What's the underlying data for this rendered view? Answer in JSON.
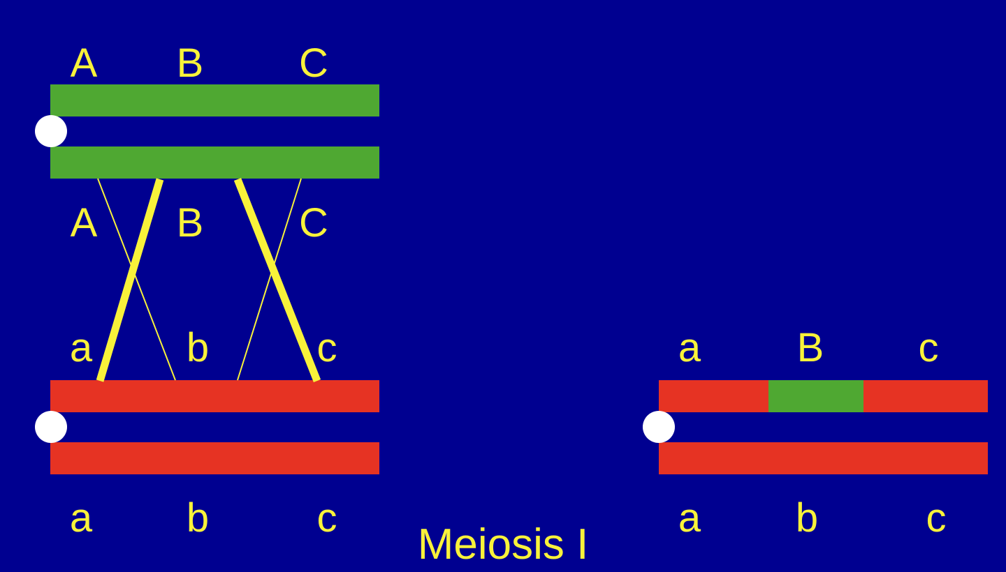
{
  "colors": {
    "background": "#000090",
    "maternal": "#4fa832",
    "paternal": "#e63323",
    "label": "#f8f23a",
    "centromere": "#ffffff",
    "chiasma": "#f8f23a"
  },
  "left_pair": {
    "top_chromosome": {
      "upper_labels": [
        "A",
        "B",
        "C"
      ],
      "lower_labels": [
        "A",
        "B",
        "C"
      ]
    },
    "bottom_chromosome": {
      "upper_labels": [
        "a",
        "b",
        "c"
      ],
      "lower_labels": [
        "a",
        "b",
        "c"
      ]
    }
  },
  "right_chromosome": {
    "upper_labels": [
      "a",
      "B",
      "c"
    ],
    "lower_labels": [
      "a",
      "b",
      "c"
    ]
  },
  "caption": "Meiosis I"
}
